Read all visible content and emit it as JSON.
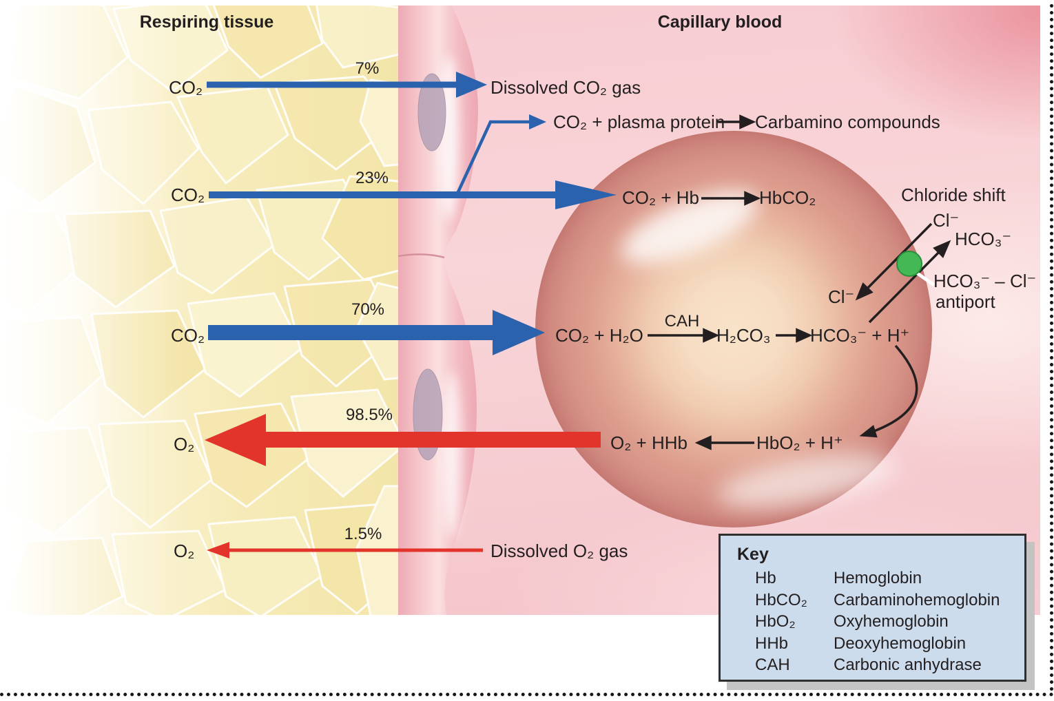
{
  "titles": {
    "tissue": "Respiring tissue",
    "capillary": "Capillary blood"
  },
  "gas_rows": {
    "r1": {
      "source": "CO₂",
      "percent": "7%",
      "result": "Dissolved CO₂ gas"
    },
    "r2": {
      "source": "CO₂",
      "percent": "23%",
      "plasma_reaction": "CO₂ + plasma protein",
      "plasma_product": "Carbamino compounds",
      "rbc_reaction": "CO₂ + Hb",
      "rbc_product": "HbCO₂"
    },
    "r3": {
      "source": "CO₂",
      "percent": "70%",
      "reaction": "CO₂ + H₂O",
      "enzyme": "CAH",
      "intermediate": "H₂CO₃",
      "product": "HCO₃⁻ + H⁺"
    },
    "r4": {
      "source": "O₂",
      "percent": "98.5%",
      "result": "O₂ + HHb",
      "reactant": "HbO₂ + H⁺"
    },
    "r5": {
      "source": "O₂",
      "percent": "1.5%",
      "result": "Dissolved O₂ gas"
    }
  },
  "chloride_shift": {
    "title": "Chloride shift",
    "cl_out": "Cl⁻",
    "hco3_out": "HCO₃⁻",
    "cl_in": "Cl⁻",
    "antiport_name": "HCO₃⁻ – Cl⁻",
    "antiport_word": "antiport"
  },
  "key": {
    "title": "Key",
    "entries": [
      {
        "abbr": "Hb",
        "meaning": "Hemoglobin"
      },
      {
        "abbr": "HbCO₂",
        "meaning": "Carbaminohemoglobin"
      },
      {
        "abbr": "HbO₂",
        "meaning": "Oxyhemoglobin"
      },
      {
        "abbr": "HHb",
        "meaning": "Deoxyhemoglobin"
      },
      {
        "abbr": "CAH",
        "meaning": "Carbonic anhydrase"
      }
    ]
  },
  "colors": {
    "co2_arrow_blue": "#2b62ad",
    "o2_arrow_red": "#e2342b",
    "antiport_green": "#44b854",
    "tissue_yellow": "#f6ebb8",
    "capillary_pink": "#f7ccd2",
    "key_bg": "#cddcec",
    "text": "#231f20"
  }
}
